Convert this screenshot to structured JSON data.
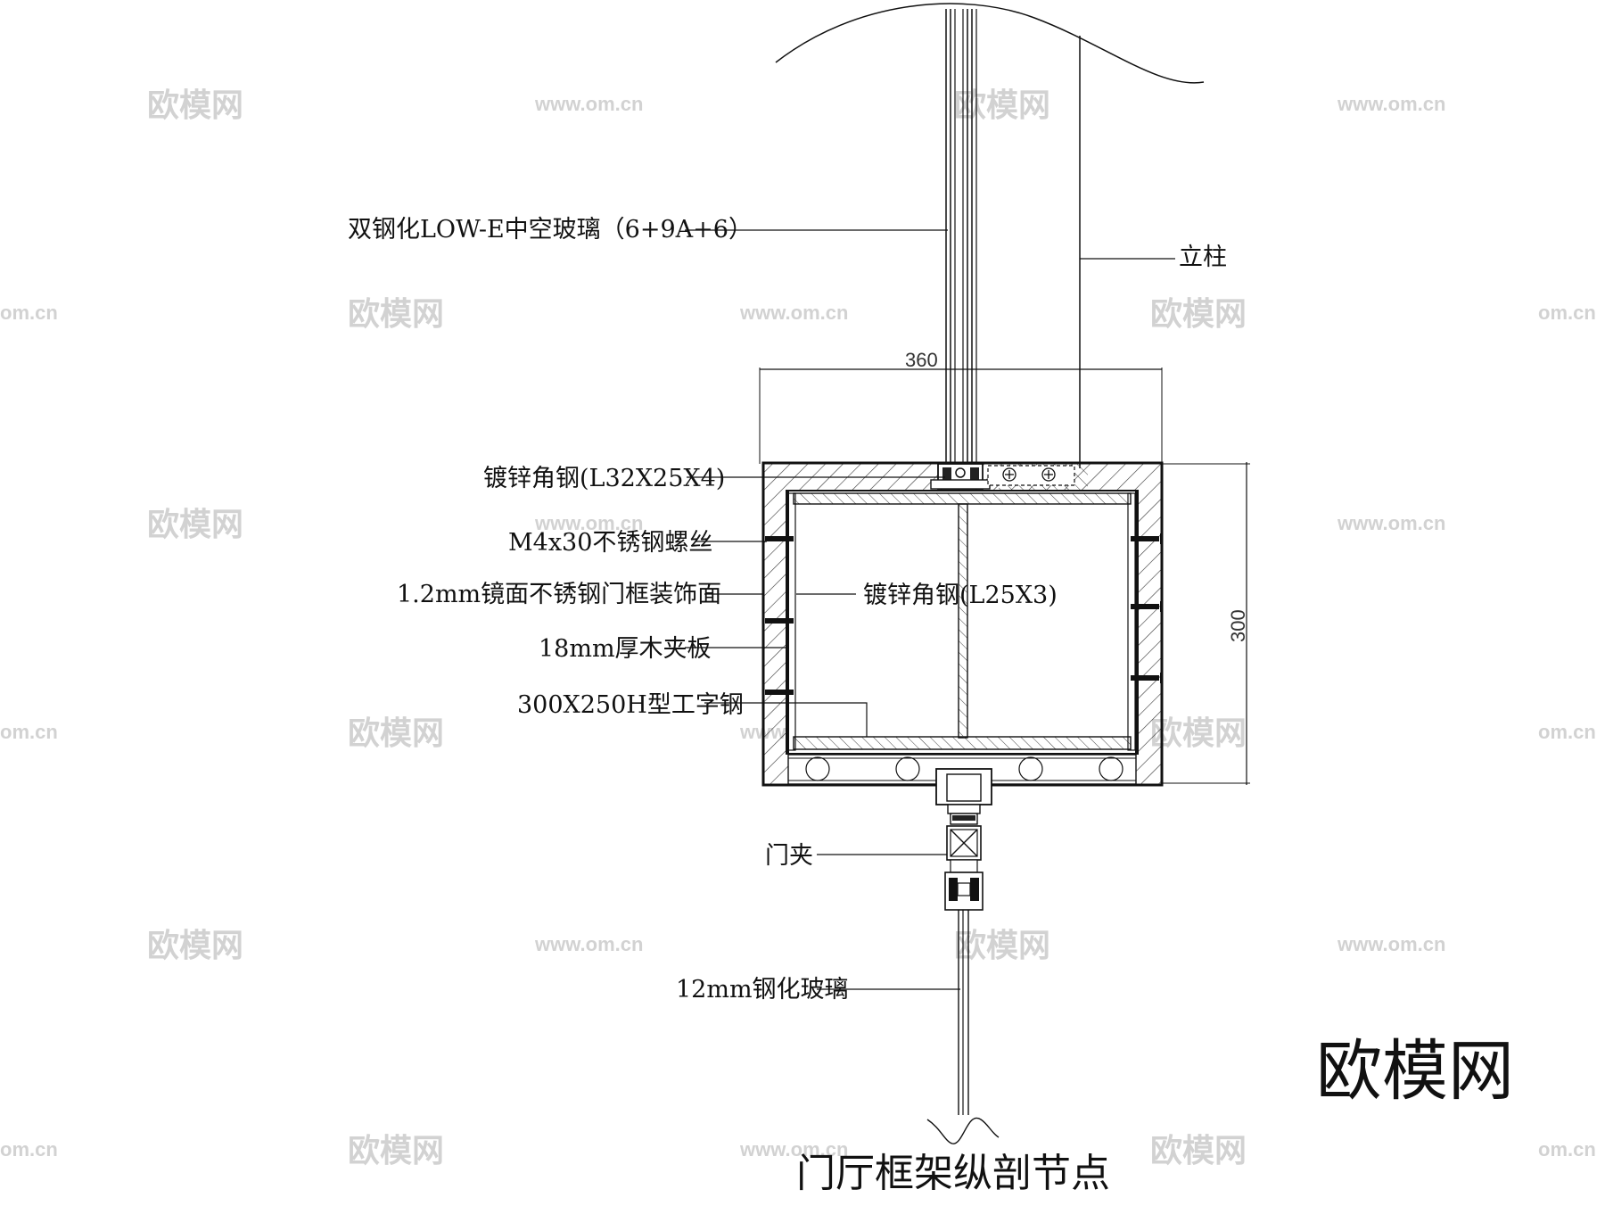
{
  "drawing": {
    "title": "门厅框架纵剖节点",
    "brand_mark": "欧模网",
    "watermark_cn": "欧模网",
    "watermark_url": "www.om.cn",
    "watermark_edge": "om.cn",
    "dimensions": {
      "width": "360",
      "height": "300"
    },
    "labels": {
      "insulated_glass": "双钢化LOW-E中空玻璃（6+9A+6）",
      "mullion": "立柱",
      "angle_steel_top": "镀锌角钢(L32X25X4)",
      "screw": "M4x30不锈钢螺丝",
      "stainless_face": "1.2mm镜面不锈钢门框装饰面",
      "angle_steel_inner": "镀锌角钢(L25X3)",
      "plywood": "18mm厚木夹板",
      "h_beam": "300X250H型工字钢",
      "door_clamp": "门夹",
      "tempered_glass": "12mm钢化玻璃"
    }
  }
}
